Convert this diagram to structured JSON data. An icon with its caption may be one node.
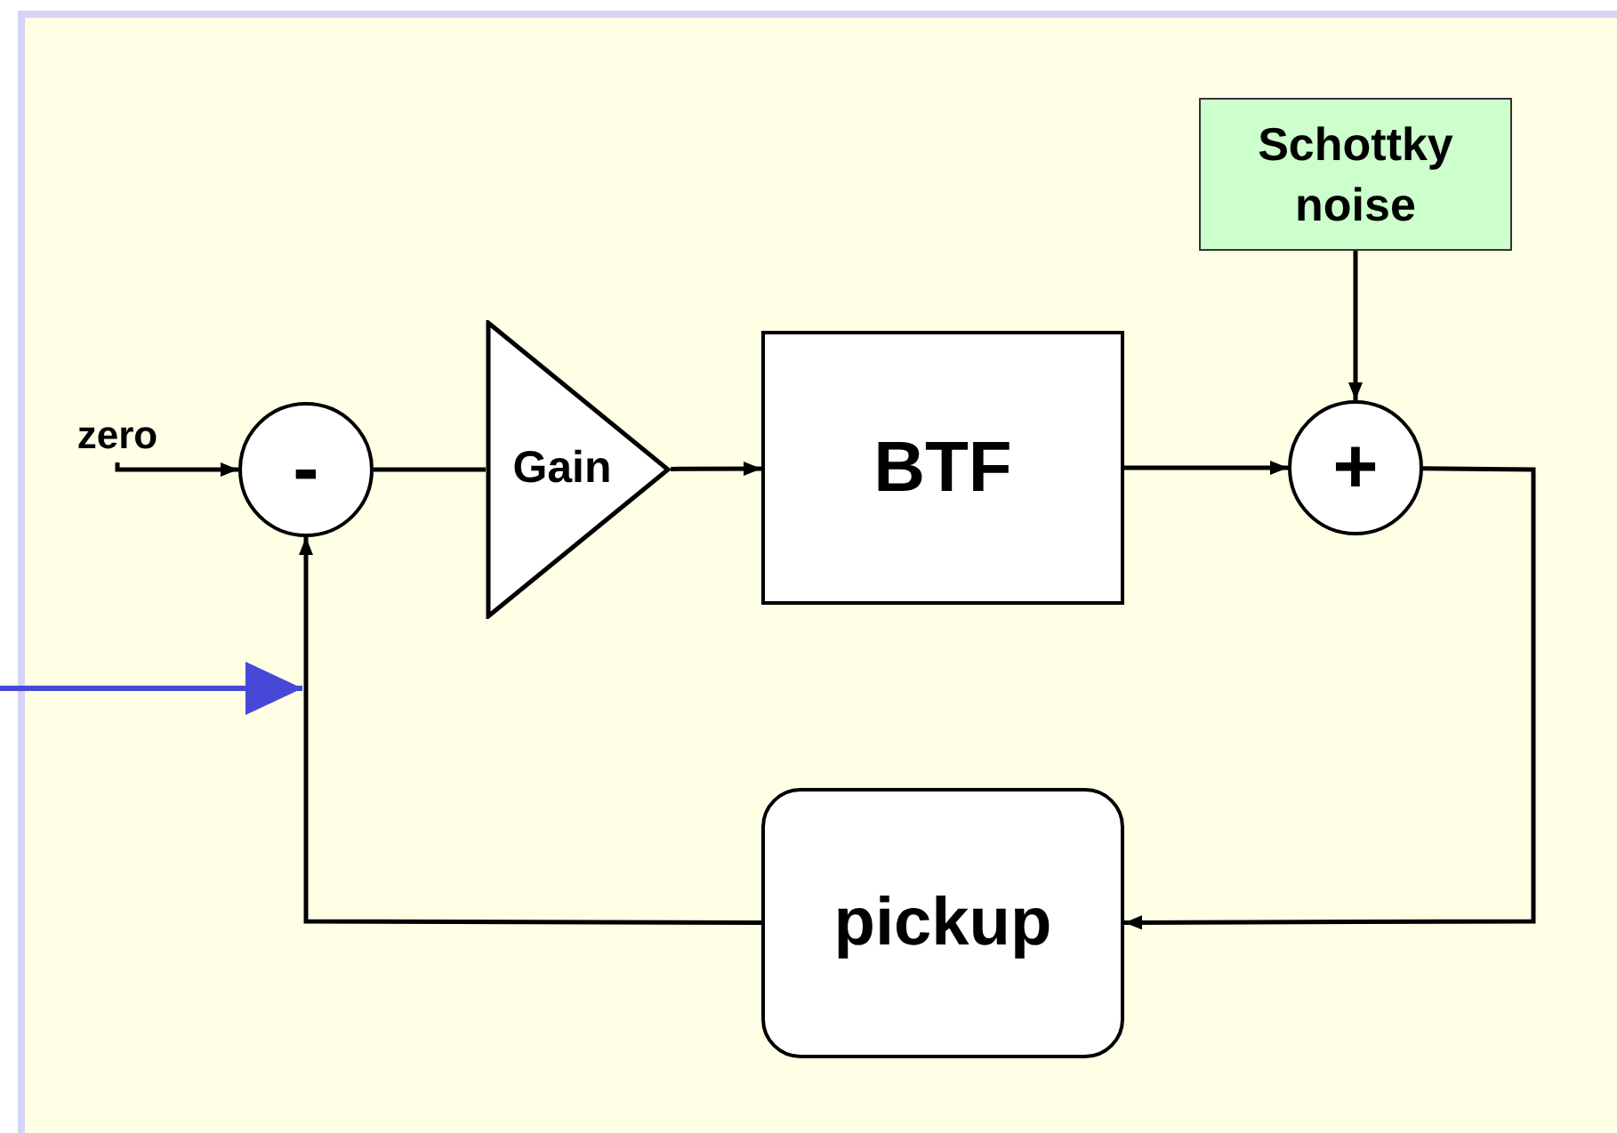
{
  "diagram": {
    "nodes": [
      {
        "text": [
          "zero"
        ]
      },
      {
        "text": [
          "-"
        ]
      },
      {
        "text": [
          "Gain"
        ]
      },
      {
        "text": [
          "BTF"
        ]
      },
      {
        "text": [
          "+"
        ]
      },
      {
        "text": [
          "Schottky noise"
        ]
      },
      {
        "text": [
          "pickup"
        ]
      }
    ],
    "edges": [
      {
        "from": 0,
        "to": 1,
        "arrow": "to"
      },
      {
        "from": 1,
        "to": 2,
        "arrow": "none"
      },
      {
        "from": 2,
        "to": 3,
        "arrow": "to"
      },
      {
        "from": 3,
        "to": 4,
        "arrow": "to"
      },
      {
        "from": 5,
        "to": 4,
        "arrow": "to"
      },
      {
        "from": 4,
        "to": 6,
        "arrow": "to"
      },
      {
        "from": 6,
        "to": 1,
        "arrow": "to"
      }
    ]
  }
}
